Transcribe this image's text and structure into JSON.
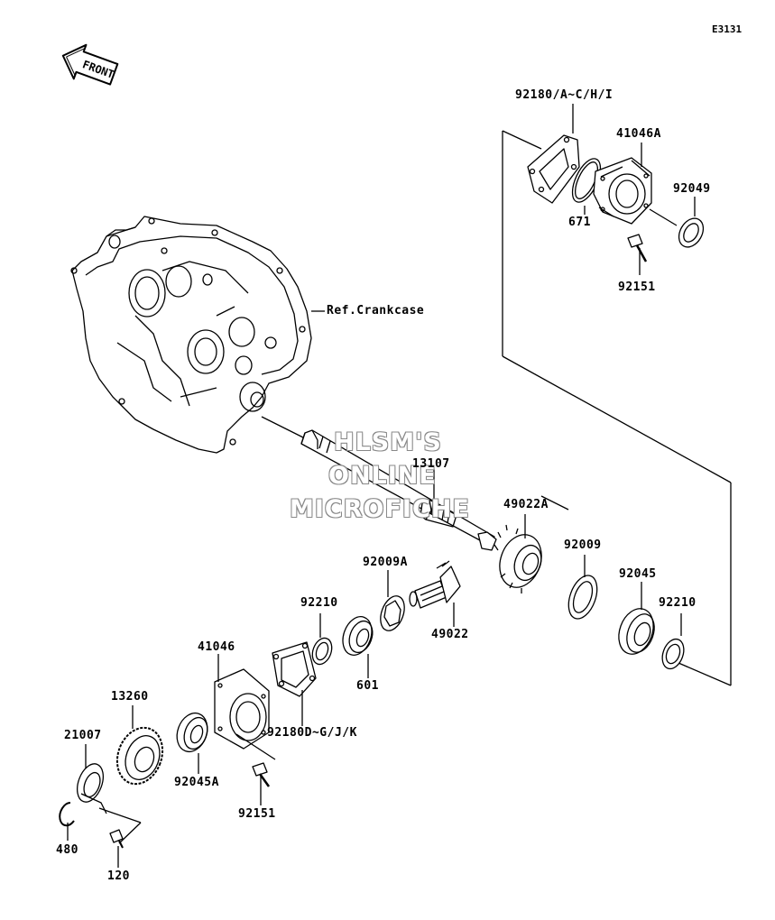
{
  "diagram_code": "E3131",
  "front_label": "FRONT",
  "watermark": {
    "line1": "HLSM'S",
    "line2": "ONLINE",
    "line3": "MICROFICHE"
  },
  "labels": {
    "gasket_top": "92180/A~C/H/I",
    "housing_top": "41046A",
    "seal_top": "92049",
    "oring": "671",
    "bolt_top": "92151",
    "crankcase": "Ref.Crankcase",
    "shaft": "13107",
    "bevel_gear": "49022A",
    "shim_a": "92009A",
    "washer": "92009",
    "pinion": "49022",
    "seal_mid": "92210",
    "bearing_r": "92045",
    "seal_r": "92210",
    "housing_bottom": "41046",
    "bearing_mid": "601",
    "gasket_bottom": "92180D~G/J/K",
    "gear": "13260",
    "plate": "21007",
    "bearing_a": "92045A",
    "bolt_bottom": "92151",
    "circlip": "480",
    "screw": "120"
  }
}
